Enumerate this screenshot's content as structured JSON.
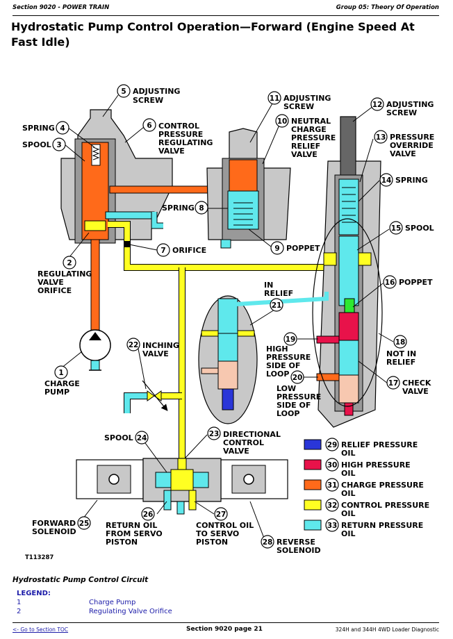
{
  "header": {
    "section": "Section 9020 - POWER TRAIN",
    "group": "Group 05: Theory Of Operation"
  },
  "title": "Hydrostatic Pump Control Operation—Forward (Engine Speed At Fast Idle)",
  "diagram": {
    "colors": {
      "relief": "#2a36d8",
      "high": "#e8124a",
      "charge": "#ff6a1a",
      "control": "#ffff22",
      "return": "#5fe8ec",
      "housing": "#c8c8c8"
    },
    "callouts": [
      {
        "n": "1",
        "lines": [
          "CHARGE",
          "PUMP"
        ]
      },
      {
        "n": "2",
        "lines": [
          "REGULATING",
          "VALVE",
          "ORIFICE"
        ]
      },
      {
        "n": "3",
        "lines": [
          "SPOOL"
        ]
      },
      {
        "n": "4",
        "lines": [
          "SPRING"
        ]
      },
      {
        "n": "5",
        "lines": [
          "ADJUSTING",
          "SCREW"
        ]
      },
      {
        "n": "6",
        "lines": [
          "CONTROL",
          "PRESSURE",
          "REGULATING",
          "VALVE"
        ]
      },
      {
        "n": "7",
        "lines": [
          "ORIFICE"
        ]
      },
      {
        "n": "8",
        "lines": [
          "SPRING"
        ]
      },
      {
        "n": "9",
        "lines": [
          "POPPET"
        ]
      },
      {
        "n": "10",
        "lines": [
          "NEUTRAL",
          "CHARGE",
          "PRESSURE",
          "RELIEF",
          "VALVE"
        ]
      },
      {
        "n": "11",
        "lines": [
          "ADJUSTING",
          "SCREW"
        ]
      },
      {
        "n": "12",
        "lines": [
          "ADJUSTING",
          "SCREW"
        ]
      },
      {
        "n": "13",
        "lines": [
          "PRESSURE",
          "OVERRIDE",
          "VALVE"
        ]
      },
      {
        "n": "14",
        "lines": [
          "SPRING"
        ]
      },
      {
        "n": "15",
        "lines": [
          "SPOOL"
        ]
      },
      {
        "n": "16",
        "lines": [
          "POPPET"
        ]
      },
      {
        "n": "17",
        "lines": [
          "CHECK",
          "VALVE"
        ]
      },
      {
        "n": "18",
        "lines": [
          "NOT IN",
          "RELIEF"
        ]
      },
      {
        "n": "19",
        "lines": [
          "HIGH",
          "PRESSURE",
          "SIDE OF",
          "LOOP"
        ]
      },
      {
        "n": "20",
        "lines": [
          "LOW",
          "PRESSURE",
          "SIDE OF",
          "LOOP"
        ]
      },
      {
        "n": "21",
        "lines": [
          "IN",
          "RELIEF"
        ]
      },
      {
        "n": "22",
        "lines": [
          "INCHING",
          "VALVE"
        ]
      },
      {
        "n": "23",
        "lines": [
          "DIRECTIONAL",
          "CONTROL",
          "VALVE"
        ]
      },
      {
        "n": "24",
        "lines": [
          "SPOOL"
        ]
      },
      {
        "n": "25",
        "lines": [
          "FORWARD",
          "SOLENOID"
        ]
      },
      {
        "n": "26",
        "lines": [
          "RETURN OIL",
          "FROM SERVO",
          "PISTON"
        ]
      },
      {
        "n": "27",
        "lines": [
          "CONTROL OIL",
          "TO SERVO",
          "PISTON"
        ]
      },
      {
        "n": "28",
        "lines": [
          "REVERSE",
          "SOLENOID"
        ]
      }
    ],
    "key": [
      {
        "n": "29",
        "lines": [
          "RELIEF PRESSURE",
          "OIL"
        ],
        "color": "#2a36d8"
      },
      {
        "n": "30",
        "lines": [
          "HIGH PRESSURE",
          "OIL"
        ],
        "color": "#e8124a"
      },
      {
        "n": "31",
        "lines": [
          "CHARGE PRESSURE",
          "OIL"
        ],
        "color": "#ff6a1a"
      },
      {
        "n": "32",
        "lines": [
          "CONTROL PRESSURE",
          "OIL"
        ],
        "color": "#ffff22"
      },
      {
        "n": "33",
        "lines": [
          "RETURN PRESSURE",
          "OIL"
        ],
        "color": "#5fe8ec"
      }
    ],
    "figure_id": "T113287"
  },
  "caption": "Hydrostatic Pump Control Circuit",
  "legend": {
    "heading": "LEGEND:",
    "items": [
      {
        "n": "1",
        "label": "Charge Pump"
      },
      {
        "n": "2",
        "label": "Regulating Valve Orifice"
      }
    ]
  },
  "footer": {
    "toc_link": "<- Go to Section TOC",
    "page": "Section 9020 page 21",
    "doc": "324H and 344H 4WD Loader Diagnostic"
  }
}
